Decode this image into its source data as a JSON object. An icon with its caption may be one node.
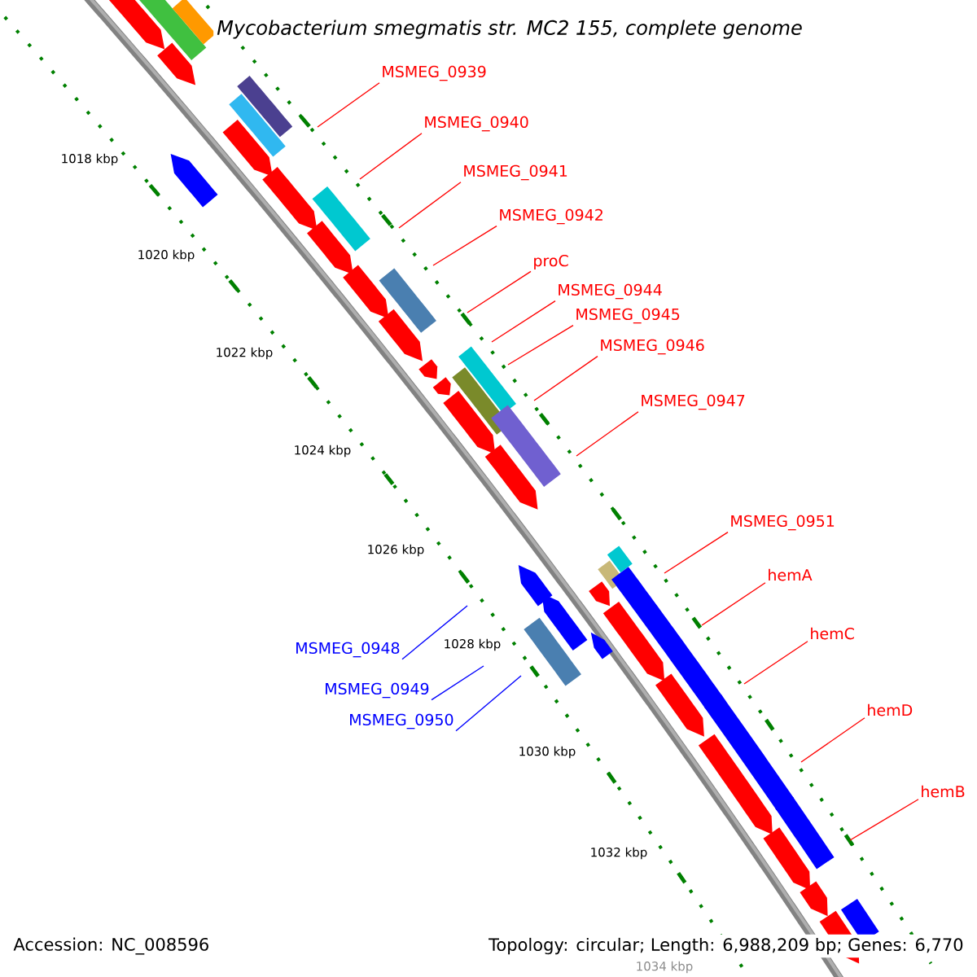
{
  "diagram": {
    "title": "Mycobacterium smegmatis str. MC2 155, complete genome",
    "nodes": [
      {
        "text": [
          "MSMEG_0939"
        ]
      },
      {
        "text": [
          "MSMEG_0940"
        ]
      },
      {
        "text": [
          "MSMEG_0941"
        ]
      },
      {
        "text": [
          "MSMEG_0942"
        ]
      },
      {
        "text": [
          "proC"
        ]
      },
      {
        "text": [
          "MSMEG_0944"
        ]
      },
      {
        "text": [
          "MSMEG_0945"
        ]
      },
      {
        "text": [
          "MSMEG_0946"
        ]
      },
      {
        "text": [
          "MSMEG_0947"
        ]
      },
      {
        "text": [
          "MSMEG_0951"
        ]
      },
      {
        "text": [
          "hemA"
        ]
      },
      {
        "text": [
          "hemC"
        ]
      },
      {
        "text": [
          "MSMEG_0948"
        ]
      },
      {
        "text": [
          "MSMEG_0949"
        ]
      },
      {
        "text": [
          "hemD"
        ]
      },
      {
        "text": [
          "MSMEG_0950"
        ]
      },
      {
        "text": [
          "hemB"
        ]
      }
    ],
    "edges": [
      {
        "from": 0,
        "to": null,
        "arrow": "none"
      },
      {
        "from": 1,
        "to": null,
        "arrow": "none"
      },
      {
        "from": 2,
        "to": null,
        "arrow": "none"
      },
      {
        "from": 3,
        "to": null,
        "arrow": "none"
      },
      {
        "from": 4,
        "to": null,
        "arrow": "none"
      },
      {
        "from": 5,
        "to": null,
        "arrow": "none"
      },
      {
        "from": 6,
        "to": null,
        "arrow": "none"
      },
      {
        "from": 7,
        "to": null,
        "arrow": "none"
      },
      {
        "from": 8,
        "to": null,
        "arrow": "none"
      },
      {
        "from": 9,
        "to": null,
        "arrow": "none"
      },
      {
        "from": 10,
        "to": null,
        "arrow": "none"
      },
      {
        "from": 11,
        "to": null,
        "arrow": "none"
      },
      {
        "from": 12,
        "to": null,
        "arrow": "none",
        "color": "#0000ff"
      },
      {
        "from": 13,
        "to": null,
        "arrow": "none",
        "color": "#0000ff"
      },
      {
        "from": 14,
        "to": null,
        "arrow": "none"
      },
      {
        "from": 15,
        "to": null,
        "arrow": "none",
        "color": "#0000ff"
      },
      {
        "from": 16,
        "to": null,
        "arrow": "none"
      }
    ],
    "labels": [
      "1018 kbp",
      "1020 kbp",
      "1022 kbp",
      "1024 kbp",
      "1026 kbp",
      "1028 kbp",
      "1030 kbp",
      "1032 kbp",
      "1034 kbp",
      "Accession: NC_008596",
      "Topology: circular; Length: 6,988,209 bp; Genes: 6,770"
    ]
  }
}
